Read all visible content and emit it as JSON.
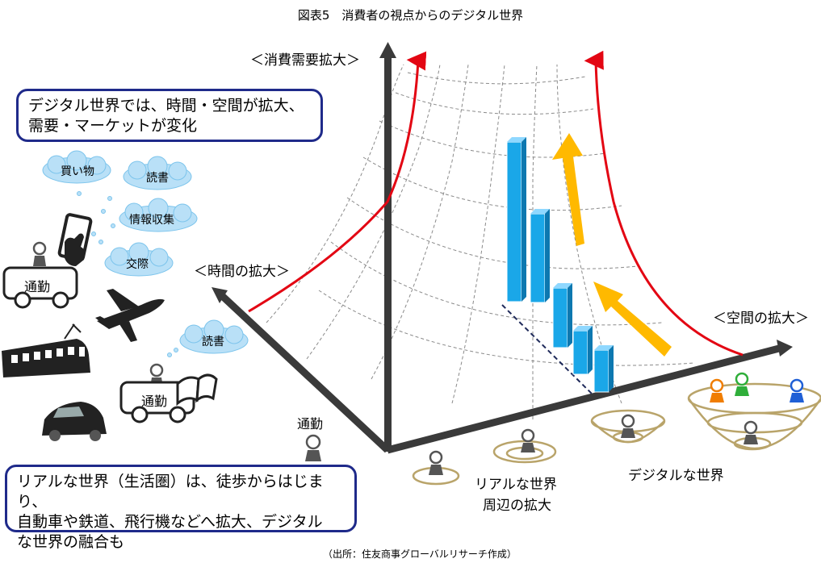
{
  "title": "図表5　消費者の視点からのデジタル世界",
  "axes": {
    "vertical": "＜消費需要拡大＞",
    "time": "＜時間の拡大＞",
    "space": "＜空間の拡大＞"
  },
  "callout_digital": {
    "line1": "デジタル世界では、時間・空間が拡大、",
    "line2": "需要・マーケットが変化"
  },
  "callout_real": {
    "line1": "リアルな世界（生活圏）は、徒歩からはじまり、",
    "line2": "自動車や鉄道、飛行機などへ拡大、デジタル",
    "line3": "な世界の融合も"
  },
  "clouds": {
    "shopping": "買い物",
    "reading": "読書",
    "info": "情報収集",
    "social": "交際",
    "reading2": "読書"
  },
  "commute": {
    "car1": "通勤",
    "car2": "通勤",
    "person": "通勤"
  },
  "labels": {
    "real_world_line1": "リアルな世界",
    "real_world_line2": "周辺の拡大",
    "digital_world": "デジタルな世界"
  },
  "source": "（出所：住友商事グローバルリサーチ作成）",
  "colors": {
    "axis": "#3a3a3a",
    "curve": "#e30613",
    "bar": "#1aa7e8",
    "arrow_yellow": "#ffb900",
    "box_border": "#1f2a8a",
    "cloud": "#b9e0f7",
    "ring": "#b9a46a"
  }
}
